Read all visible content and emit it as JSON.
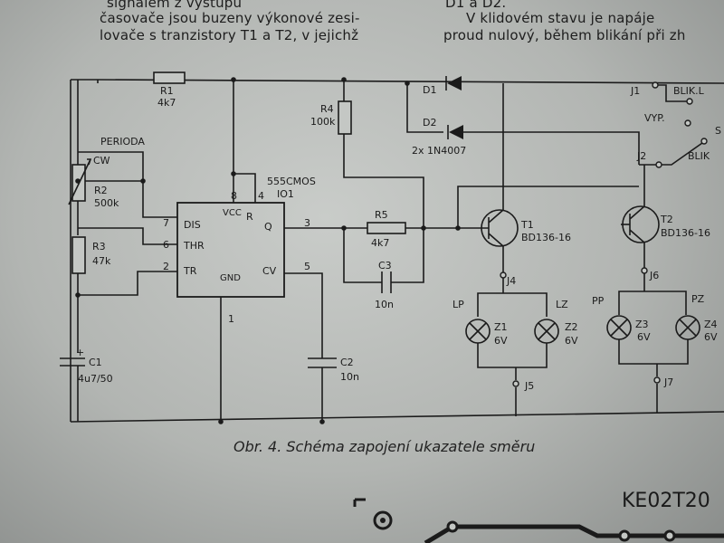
{
  "text_top": {
    "line0": "signálem z výstupu",
    "line0b": "D1 a D2.",
    "line1": "časovače jsou buzeny výkonové zesi-",
    "line1b": "V klidovém stavu je napáje",
    "line2": "lovače s tranzistory T1 a T2, v jejichž",
    "line2b": "proud nulový, během blikání při zh"
  },
  "caption": "Obr. 4. Schéma zapojení ukazatele směru",
  "bottom_label": "KE02T20",
  "schematic": {
    "r1_name": "R1",
    "r1_val": "4k7",
    "r2_name": "R2",
    "r2_val": "500k",
    "r3_name": "R3",
    "r3_val": "47k",
    "r4_name": "R4",
    "r4_val": "100k",
    "r5_name": "R5",
    "r5_val": "4k7",
    "c1_name": "C1",
    "c1_val": "4u7/50",
    "c2_name": "C2",
    "c2_val": "10n",
    "c3_name": "C3",
    "c3_val": "10n",
    "perioda": "PERIODA",
    "cw": "CW",
    "ic_type": "555CMOS",
    "ic_name": "IO1",
    "pin_dis": "DIS",
    "pin_thr": "THR",
    "pin_tr": "TR",
    "pin_r": "R",
    "pin_q": "Q",
    "pin_cv": "CV",
    "pin_vcc": "VCC",
    "pin_gnd": "GND",
    "pin7": "7",
    "pin6": "6",
    "pin2": "2",
    "pin8": "8",
    "pin4": "4",
    "pin3": "3",
    "pin5": "5",
    "pin1": "1",
    "d1": "D1",
    "d2": "D2",
    "diodes": "2x  1N4007",
    "j1": "J1",
    "j2": "J2",
    "j4": "J4",
    "j5": "J5",
    "j6": "J6",
    "j7": "J7",
    "blik_l": "BLIK.L",
    "blik_p": "BLIK",
    "vyp": "VYP.",
    "s_label": "S",
    "t1_name": "T1",
    "t1_val": "BD136-16",
    "t2_name": "T2",
    "t2_val": "BD136-16",
    "lp": "LP",
    "lz": "LZ",
    "pp": "PP",
    "pz": "PZ",
    "z1_name": "Z1",
    "z1_val": "6V",
    "z2_name": "Z2",
    "z2_val": "6V",
    "z3_name": "Z3",
    "z3_val": "6V",
    "z4_name": "Z4",
    "z4_val": "6V"
  }
}
